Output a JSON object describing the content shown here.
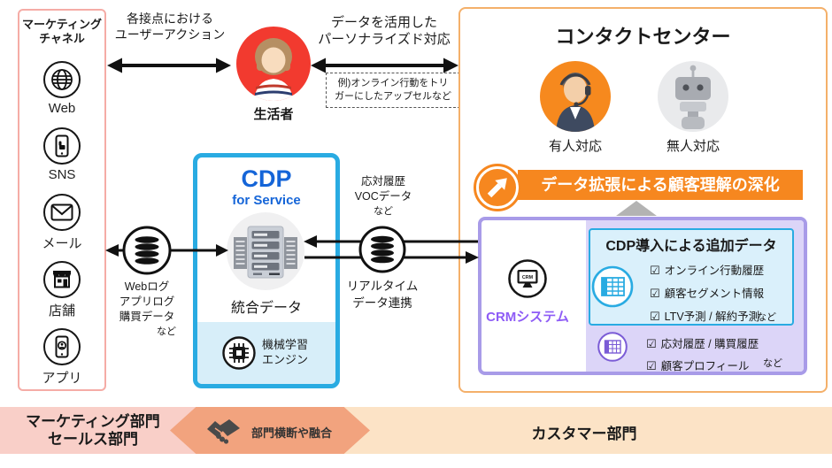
{
  "marketing_channels": {
    "title_line1": "マーケティング",
    "title_line2": "チャネル",
    "items": [
      {
        "icon": "globe-icon",
        "label": "Web"
      },
      {
        "icon": "sns-phone-icon",
        "label": "SNS"
      },
      {
        "icon": "mail-icon",
        "label": "メール"
      },
      {
        "icon": "store-icon",
        "label": "店舗"
      },
      {
        "icon": "app-phone-icon",
        "label": "アプリ"
      }
    ]
  },
  "consumer": {
    "label": "生活者"
  },
  "arrow_labels": {
    "left_line1": "各接点における",
    "left_line2": "ユーザーアクション",
    "right_line1": "データを活用した",
    "right_line2": "パーソナライズド対応",
    "note_line1": "例)オンライン行動をトリ",
    "note_line2": "ガーにしたアップセルなど"
  },
  "cdp": {
    "title": "CDP",
    "subtitle": "for Service",
    "integrated_data_label": "統合データ",
    "ml_line1": "機械学習",
    "ml_line2": "エンジン"
  },
  "web_log_db": {
    "line1": "Webログ",
    "line2": "アプリログ",
    "line3": "購買データ",
    "etc": "など"
  },
  "realtime_db": {
    "top_line1": "応対履歴",
    "top_line2": "VOCデータ",
    "top_etc": "など",
    "bottom_line1": "リアルタイム",
    "bottom_line2": "データ連携"
  },
  "contact_center": {
    "title": "コンタクトセンター",
    "human_label": "有人対応",
    "bot_label": "無人対応",
    "banner_label": "データ拡張による顧客理解の深化",
    "check_glyph": "☑",
    "crm_system": {
      "label": "CRMシステム",
      "monitor_text": "CRM"
    },
    "cdp_added_data": {
      "title": "CDP導入による追加データ",
      "items": [
        "オンライン行動履歴",
        "顧客セグメント情報",
        "LTV予測 / 解約予測"
      ],
      "etc": "など"
    },
    "crm_data": {
      "items": [
        "応対履歴 / 購買履歴",
        "顧客プロフィール"
      ],
      "etc": "など"
    }
  },
  "bottom_bar": {
    "left_line1": "マーケティング部門",
    "left_line2": "セールス部門",
    "middle_label": "部門横断や融合",
    "right_label": "カスタマー部門"
  },
  "colors": {
    "marketing_border": "#F5ACA6",
    "cdp_border": "#29ABE2",
    "cdp_text": "#1565D8",
    "ml_panel_bg": "#D7EEF9",
    "contact_border": "#F4B06A",
    "banner_orange": "#F6871F",
    "purple_border": "#A89BE8",
    "purple_panel_bg": "#DCD5F8",
    "crm_text": "#8E5CF6",
    "cyan_box_bg": "#DAF0FB",
    "consumer_red": "#F23A2F",
    "operator_orange": "#F6891E",
    "bottom_left_bg": "#F9CFC8",
    "bottom_middle_bg": "#F2A37E",
    "bottom_right_bg": "#FCE3C6"
  }
}
